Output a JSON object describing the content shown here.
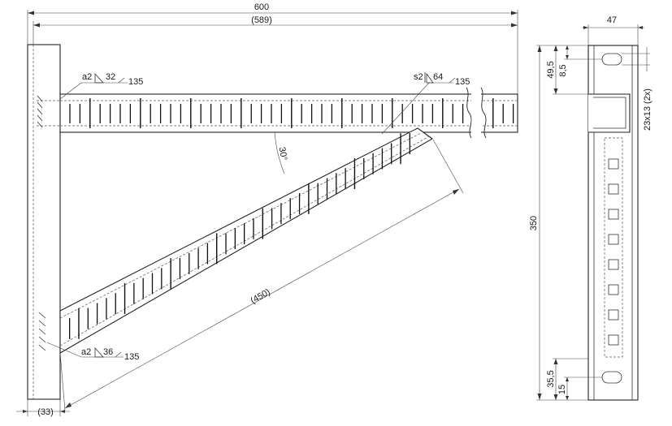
{
  "dimensions": {
    "overall_length": "600",
    "inner_length": "(589)",
    "arm_length": "(450)",
    "angle": "30°",
    "column_width": "(33)",
    "profile_width": "47",
    "height": "350",
    "top_offset": "49,5",
    "top_slot_offset": "8,5",
    "bottom_offset": "35,5",
    "bottom_slot_offset": "15",
    "hole_size": "23x13 (2x)"
  },
  "welds": {
    "top_left": {
      "prefix": "a2",
      "length": "32",
      "angle": "135"
    },
    "top_right": {
      "prefix": "s2",
      "length": "64",
      "angle": "135"
    },
    "bottom_left": {
      "prefix": "a2",
      "length": "36",
      "angle": "135"
    }
  },
  "icons": {
    "weld_symbol": "fillet-weld-triangle-icon"
  }
}
